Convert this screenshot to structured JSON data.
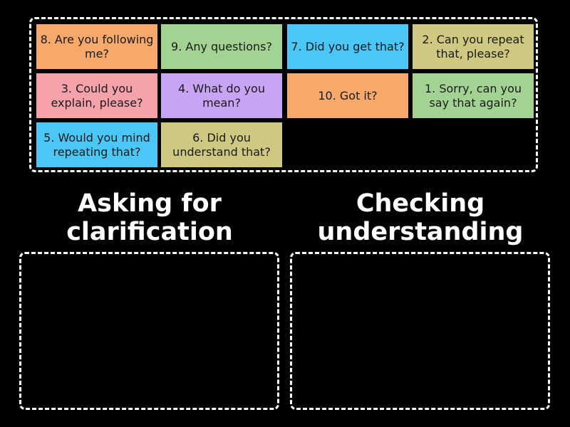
{
  "cards": [
    {
      "text": "8. Are you following me?",
      "color": "#f6a96b"
    },
    {
      "text": "9. Any questions?",
      "color": "#a3d392"
    },
    {
      "text": "7. Did you get that?",
      "color": "#4ac7f7"
    },
    {
      "text": "2. Can you repeat that, please?",
      "color": "#cec880"
    },
    {
      "text": "3. Could you explain, please?",
      "color": "#f6a2ab"
    },
    {
      "text": "4. What do you mean?",
      "color": "#c7a4f4"
    },
    {
      "text": "10. Got it?",
      "color": "#f6a96b"
    },
    {
      "text": "1. Sorry, can you say that again?",
      "color": "#a3d392"
    },
    {
      "text": "5. Would you mind repeating that?",
      "color": "#4ac7f7"
    },
    {
      "text": "6. Did you understand that?",
      "color": "#cec880"
    }
  ],
  "categories": [
    {
      "label": "Asking for clarification"
    },
    {
      "label": "Checking understanding"
    }
  ]
}
